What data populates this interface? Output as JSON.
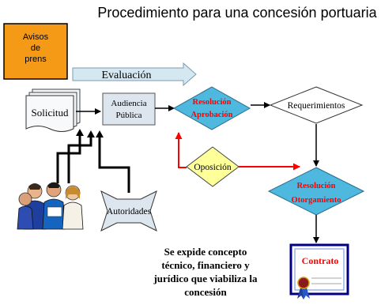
{
  "title": "Procedimiento para una concesión portuaria",
  "nodes": {
    "avisos": "Avisos de prens",
    "avisos_lines": [
      "Avisos",
      "de",
      "prens"
    ],
    "evaluacion": "Evaluación",
    "solicitud": "Solicitud",
    "audiencia_lines": [
      "Audiencia",
      "Pública"
    ],
    "resolucion_aprobacion_lines": [
      "Resolución",
      "Aprobación"
    ],
    "requerimientos": "Requerimientos",
    "oposicion": "Oposición",
    "resolucion_otorgamiento_lines": [
      "Resolución",
      "Otorgamiento"
    ],
    "autoridades": "Autoridades",
    "contrato": "Contrato"
  },
  "note_lines": [
    "Se expide concepto",
    "técnico, financiero y",
    "jurídico que viabiliza la",
    "concesión"
  ],
  "colors": {
    "avisos_fill": "#f59a16",
    "evaluacion_fill": "#d5e8f2",
    "audiencia_fill": "#dde6ee",
    "resolucion_fill": "#4fb8de",
    "oposicion_fill": "#ffff99",
    "red_text": "#ff0000",
    "red_arrow": "#ff0000",
    "contrato_frame": "#000080"
  }
}
